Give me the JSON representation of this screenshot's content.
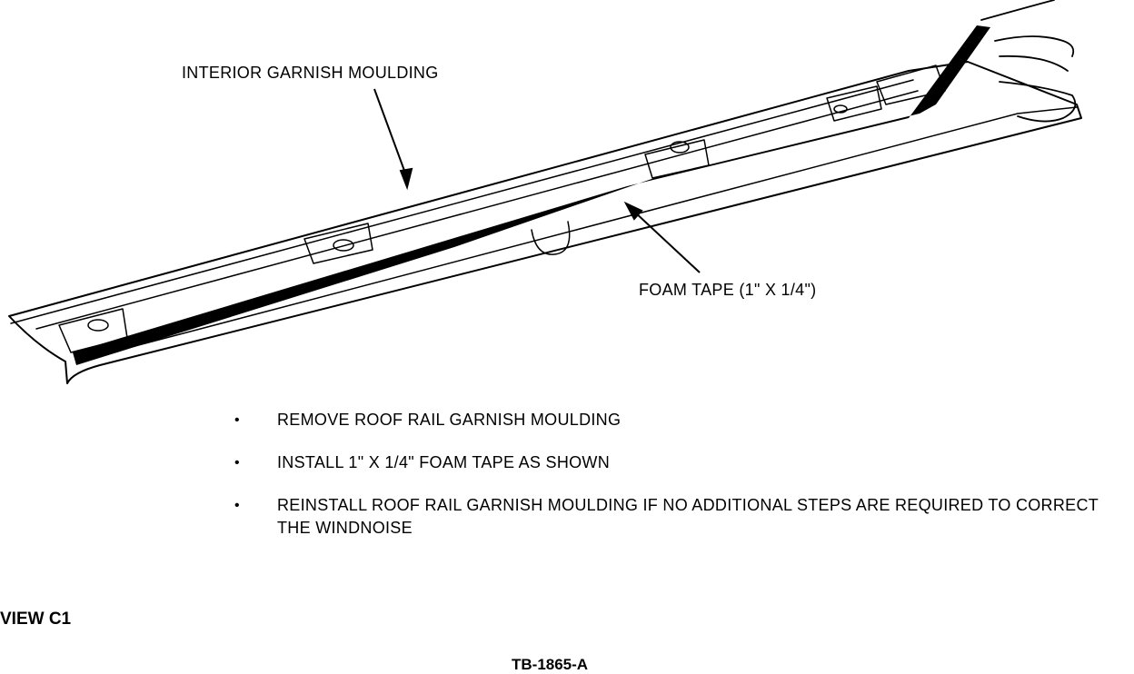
{
  "illustration": {
    "part_callout": "INTERIOR GARNISH MOULDING",
    "tape_callout": "FOAM TAPE  (1\" X 1/4\")"
  },
  "steps": [
    "REMOVE ROOF RAIL GARNISH MOULDING",
    "INSTALL 1\" X 1/4\" FOAM TAPE AS SHOWN",
    "REINSTALL ROOF RAIL GARNISH MOULDING IF NO ADDITIONAL STEPS ARE REQUIRED TO CORRECT THE WINDNOISE"
  ],
  "bullet_glyph": "•",
  "view_label": "VIEW C1",
  "figure_id": "TB-1865-A",
  "colors": {
    "ink": "#000000",
    "paper": "#ffffff"
  }
}
